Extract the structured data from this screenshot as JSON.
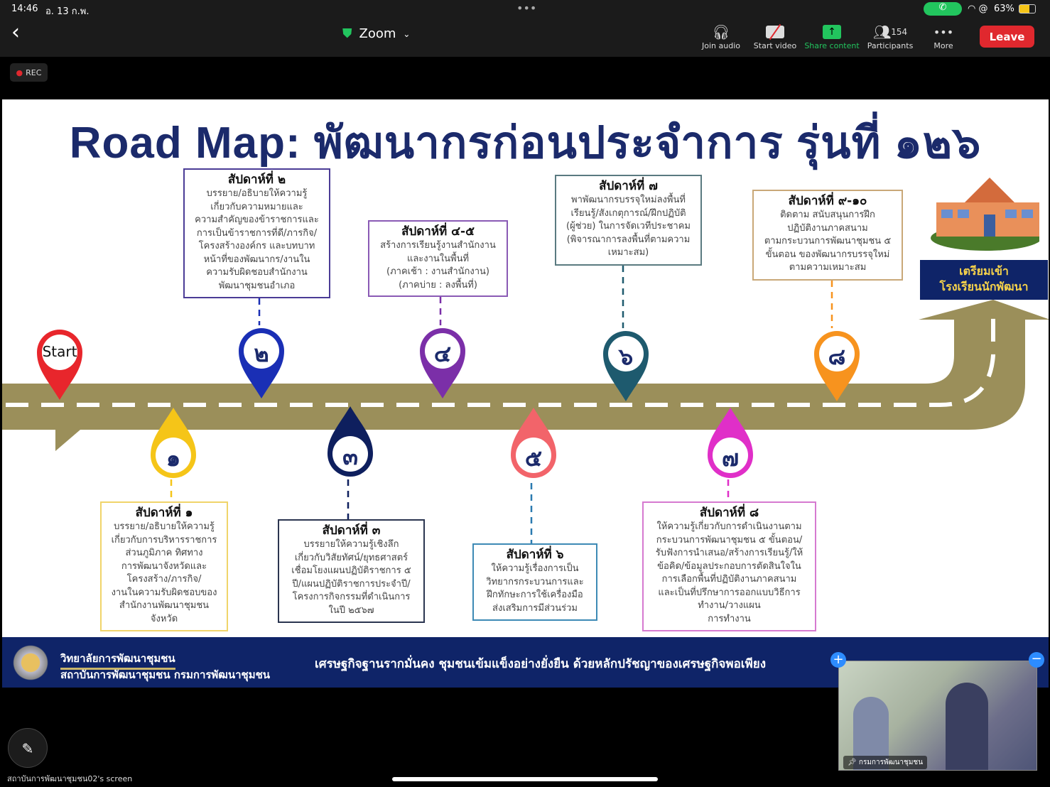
{
  "status_bar": {
    "time": "14:46",
    "date": "อ. 13 ก.พ.",
    "battery": "63%"
  },
  "toolbar": {
    "meeting_title": "Zoom",
    "join_audio": "Join audio",
    "start_video": "Start video",
    "share_content": "Share content",
    "participants": "Participants",
    "participant_count": "154",
    "more": "More",
    "leave": "Leave",
    "rec": "REC"
  },
  "colors": {
    "accent_green": "#22c55e",
    "leave_red": "#e0282e",
    "road": "#9b8f5a",
    "footer_navy": "#0f2468"
  },
  "slide": {
    "title": "Road Map: พัฒนากรก่อนประจำการ รุ่นที่ ๑๒๖",
    "start_label": "Start",
    "destination": [
      "เตรียมเข้า",
      "โรงเรียนนักพัฒนา"
    ],
    "pins": [
      {
        "label": "๑",
        "color": "#f5c518"
      },
      {
        "label": "๒",
        "color": "#1a2fb5"
      },
      {
        "label": "๓",
        "color": "#0e1f5e"
      },
      {
        "label": "๔",
        "color": "#7b2fa8"
      },
      {
        "label": "๕",
        "color": "#f2646a"
      },
      {
        "label": "๖",
        "color": "#1e5a6e"
      },
      {
        "label": "๗",
        "color": "#e02fc8"
      },
      {
        "label": "๘",
        "color": "#f7931e"
      }
    ],
    "boxes": [
      {
        "title": "สัปดาห์ที่ ๑",
        "lines": [
          "บรรยาย/อธิบายให้ความรู้",
          "เกี่ยวกับการบริหารราชการ",
          "ส่วนภูมิภาค ทิศทาง",
          "การพัฒนาจังหวัดและ",
          "โครงสร้าง/ภารกิจ/",
          "งานในความรับผิดชอบของ",
          "สำนักงานพัฒนาชุมชน",
          "จังหวัด"
        ]
      },
      {
        "title": "สัปดาห์ที่ ๒",
        "lines": [
          "บรรยาย/อธิบายให้ความรู้",
          "เกี่ยวกับความหมายและ",
          "ความสำคัญของข้าราชการและ",
          "การเป็นข้าราชการที่ดี/ภารกิจ/",
          "โครงสร้างองค์กร และบทบาท",
          "หน้าที่ของพัฒนากร/งานใน",
          "ความรับผิดชอบสำนักงาน",
          "พัฒนาชุมชนอำเภอ"
        ]
      },
      {
        "title": "สัปดาห์ที่ ๓",
        "lines": [
          "บรรยายให้ความรู้เชิงลึก",
          "เกี่ยวกับวิสัยทัศน์/ยุทธศาสตร์",
          "เชื่อมโยงแผนปฏิบัติราชการ ๕",
          "ปี/แผนปฏิบัติราชการประจำปี/",
          "โครงการกิจกรรมที่ดำเนินการ",
          "ในปี ๒๕๖๗"
        ]
      },
      {
        "title": "สัปดาห์ที่ ๔-๕",
        "lines": [
          "สร้างการเรียนรู้งานสำนักงาน",
          "และงานในพื้นที่",
          "(ภาคเช้า : งานสำนักงาน)",
          "(ภาคบ่าย : ลงพื้นที่)"
        ]
      },
      {
        "title": "สัปดาห์ที่ ๖",
        "lines": [
          "ให้ความรู้เรื่องการเป็น",
          "วิทยากรกระบวนการและ",
          "ฝึกทักษะการใช้เครื่องมือ",
          "ส่งเสริมการมีส่วนร่วม"
        ]
      },
      {
        "title": "สัปดาห์ที่ ๗",
        "lines": [
          "พาพัฒนากรบรรจุใหม่ลงพื้นที่",
          "เรียนรู้/สังเกตุการณ์/ฝึกปฏิบัติ",
          "(ผู้ช่วย) ในการจัดเวทีประชาคม",
          "(พิจารณาการลงพื้นที่ตามความ",
          "เหมาะสม)"
        ]
      },
      {
        "title": "สัปดาห์ที่ ๘",
        "lines": [
          "ให้ความรู้เกี่ยวกับการดำเนินงานตาม",
          "กระบวนการพัฒนาชุมชน ๕ ขั้นตอน/",
          "รับฟังการนำเสนอ/สร้างการเรียนรู้/ให้",
          "ข้อคิด/ข้อมูลประกอบการตัดสินใจใน",
          "การเลือกพื้นที่ปฏิบัติงานภาคสนาม",
          "และเป็นที่ปรึกษาการออกแบบวิธีการ",
          "ทำงาน/วางแผน",
          "การทำงาน"
        ]
      },
      {
        "title": "สัปดาห์ที่ ๙-๑๐",
        "lines": [
          "ติดตาม สนับสนุนการฝึก",
          "ปฏิบัติงานภาคสนาม",
          "ตามกระบวนการพัฒนาชุมชน ๕",
          "ขั้นตอน ของพัฒนากรบรรจุใหม่",
          "ตามความเหมาะสม"
        ]
      }
    ],
    "footer": {
      "org_line1": "วิทยาลัยการพัฒนาชุมชน",
      "org_line2": "สถาบันการพัฒนาชุมชน กรมการพัฒนาชุมชน",
      "slogan": "เศรษฐกิจฐานรากมั่นคง ชุมชนเข้มแข็งอย่างยั่งยืน ด้วยหลักปรัชญาของเศรษฐกิจพอเพียง"
    }
  },
  "screen_owner": "สถาบันการพัฒนาชุมชน02's screen",
  "video_tile": {
    "name": "กรมการพัฒนาชุมชน"
  }
}
